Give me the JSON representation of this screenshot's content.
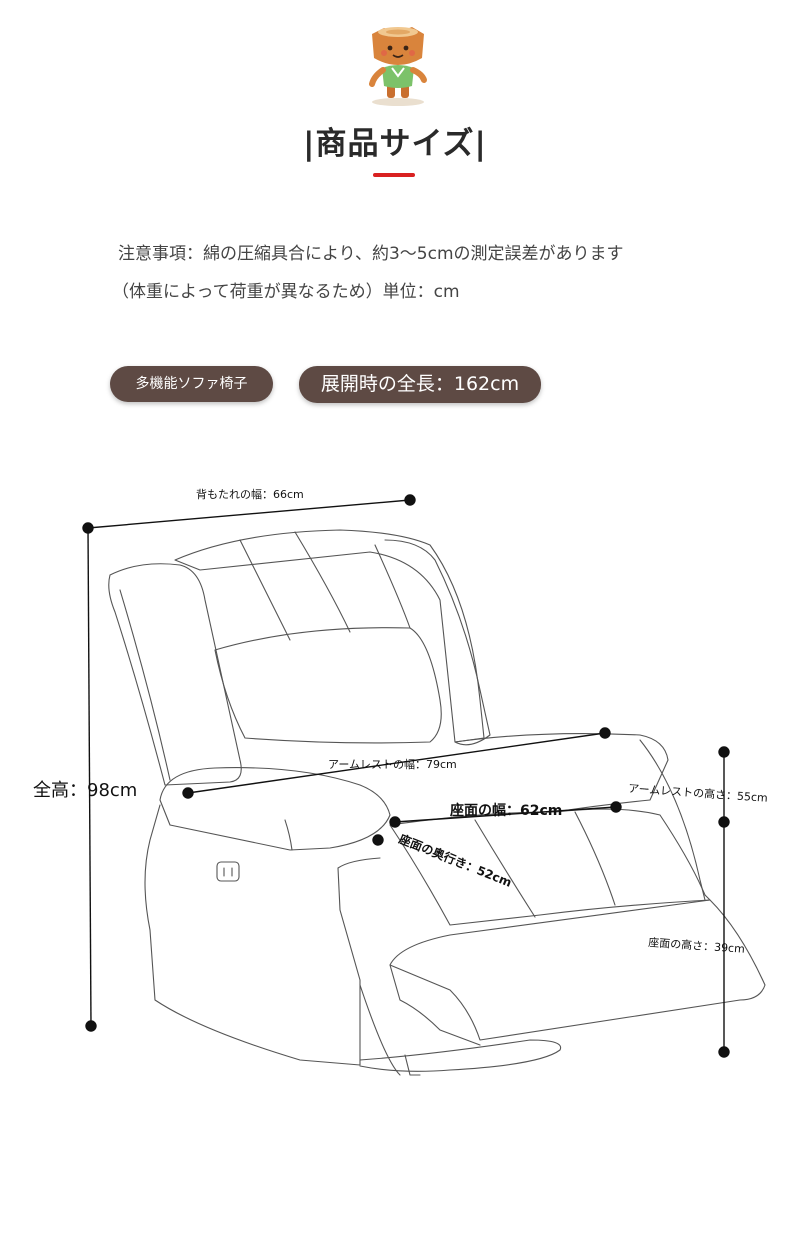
{
  "header": {
    "title": "|商品サイズ|"
  },
  "notes": {
    "line1": "注意事項：綿の圧縮具合により、約3〜5cmの測定誤差があります",
    "line2": "（体重によって荷重が異なるため）単位：cm"
  },
  "badges": {
    "product_type": "多機能ソファ椅子",
    "full_length": "展開時の全長：162cm"
  },
  "dimensions": {
    "backrest_width": "背もたれの幅：66cm",
    "total_height": "全高：98cm",
    "armrest_width": "アームレストの幅：79cm",
    "armrest_height": "アームレストの高さ：55cm",
    "seat_width": "座面の幅：62cm",
    "seat_depth": "座面の奥行き：52cm",
    "seat_height": "座面の高さ：39cm"
  },
  "colors": {
    "accent": "#d92121",
    "badge": "#5e4a44",
    "mascot": "#d9843c",
    "mascot_shirt": "#7cc26a"
  },
  "icons": {
    "mascot": "tree-stump-mascot-icon"
  }
}
